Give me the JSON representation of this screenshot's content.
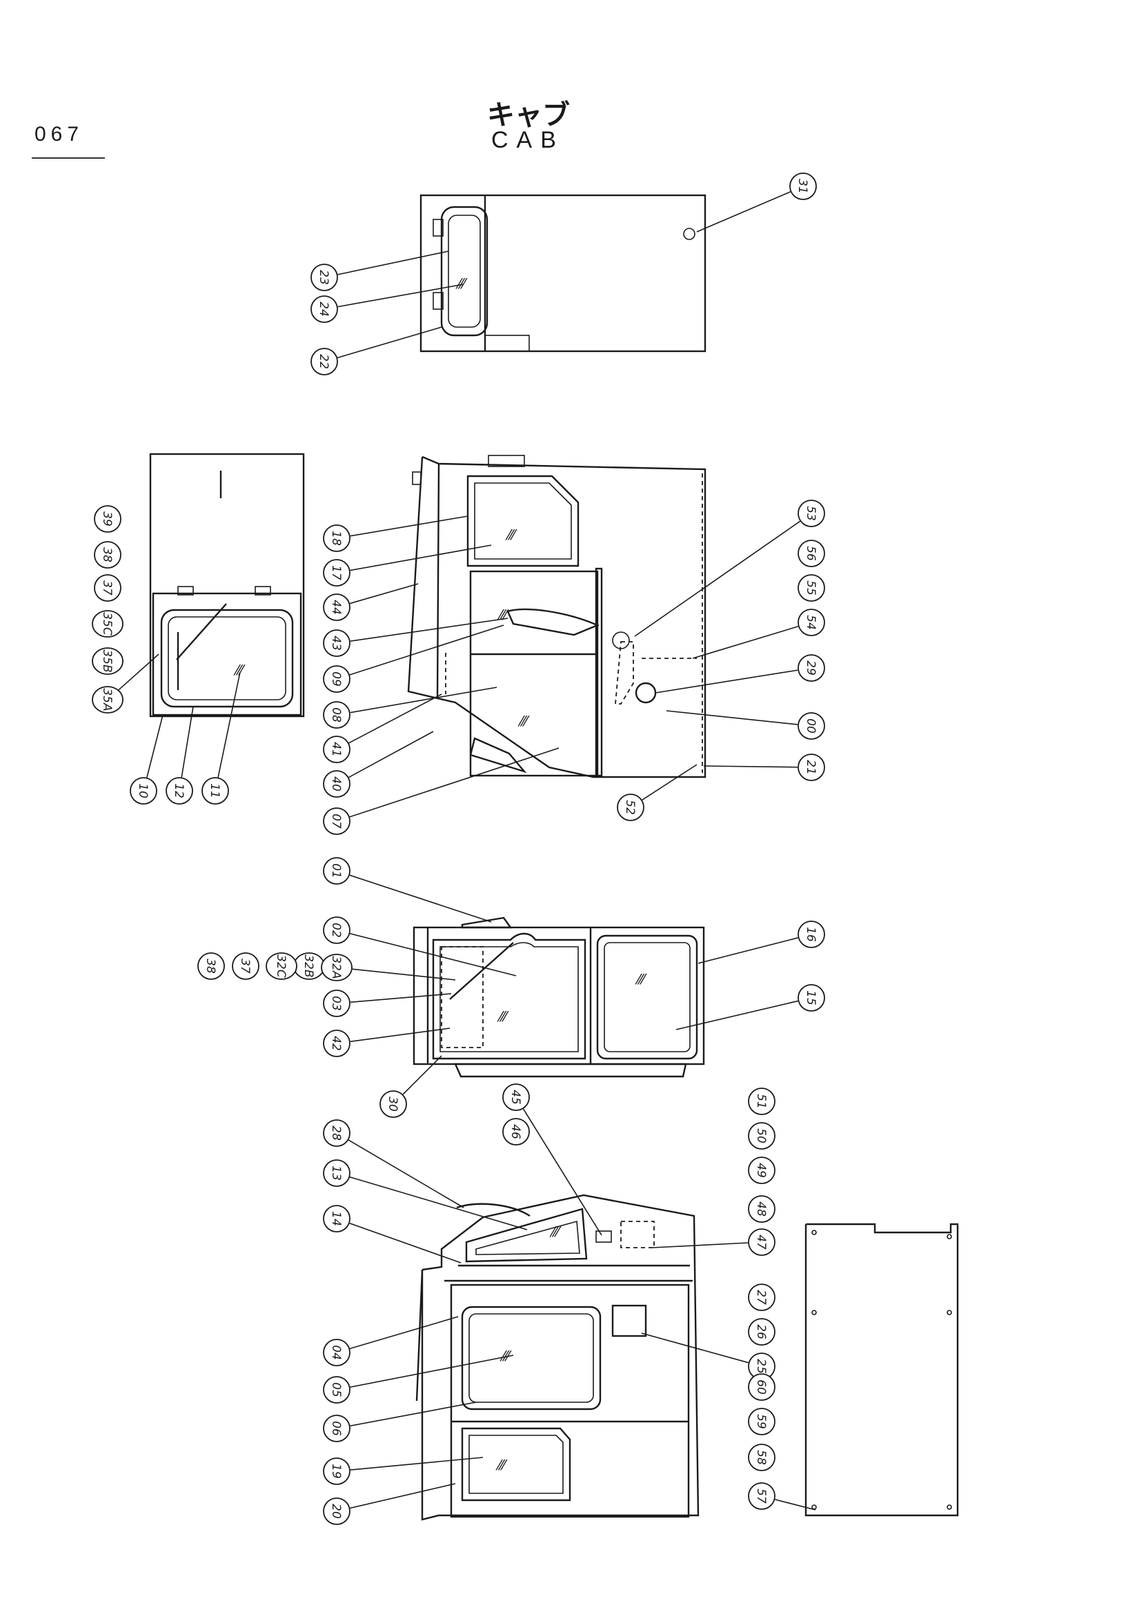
{
  "page_number": "067",
  "title_jp": "キャブ",
  "title_en": "CAB",
  "glass_mark": "⁄⁄⁄",
  "callouts": [
    {
      "id": "c31",
      "label": "31"
    },
    {
      "id": "c23",
      "label": "23"
    },
    {
      "id": "c24",
      "label": "24"
    },
    {
      "id": "c22",
      "label": "22"
    },
    {
      "id": "c18",
      "label": "18"
    },
    {
      "id": "c17",
      "label": "17"
    },
    {
      "id": "c44",
      "label": "44"
    },
    {
      "id": "c43",
      "label": "43"
    },
    {
      "id": "c09",
      "label": "09"
    },
    {
      "id": "c08",
      "label": "08"
    },
    {
      "id": "c40",
      "label": "40"
    },
    {
      "id": "c41",
      "label": "41"
    },
    {
      "id": "c07",
      "label": "07"
    },
    {
      "id": "c53",
      "label": "53"
    },
    {
      "id": "c56",
      "label": "56"
    },
    {
      "id": "c55",
      "label": "55"
    },
    {
      "id": "c54",
      "label": "54"
    },
    {
      "id": "c29",
      "label": "29"
    },
    {
      "id": "c00",
      "label": "00"
    },
    {
      "id": "c21",
      "label": "21"
    },
    {
      "id": "c52",
      "label": "52"
    },
    {
      "id": "c39",
      "label": "39"
    },
    {
      "id": "c38a",
      "label": "38"
    },
    {
      "id": "c37a",
      "label": "37"
    },
    {
      "id": "c35C",
      "label": "35C"
    },
    {
      "id": "c35B",
      "label": "35B"
    },
    {
      "id": "c35A",
      "label": "35A"
    },
    {
      "id": "c10",
      "label": "10"
    },
    {
      "id": "c12",
      "label": "12"
    },
    {
      "id": "c11",
      "label": "11"
    },
    {
      "id": "c01",
      "label": "01"
    },
    {
      "id": "c02",
      "label": "02"
    },
    {
      "id": "c32B",
      "label": "32B"
    },
    {
      "id": "c32A",
      "label": "32A"
    },
    {
      "id": "c32C",
      "label": "32C"
    },
    {
      "id": "c37b",
      "label": "37"
    },
    {
      "id": "c38b",
      "label": "38"
    },
    {
      "id": "c03",
      "label": "03"
    },
    {
      "id": "c42",
      "label": "42"
    },
    {
      "id": "c30",
      "label": "30"
    },
    {
      "id": "c16",
      "label": "16"
    },
    {
      "id": "c15",
      "label": "15"
    },
    {
      "id": "c28",
      "label": "28"
    },
    {
      "id": "c13",
      "label": "13"
    },
    {
      "id": "c14",
      "label": "14"
    },
    {
      "id": "c45",
      "label": "45"
    },
    {
      "id": "c46",
      "label": "46"
    },
    {
      "id": "c51",
      "label": "51"
    },
    {
      "id": "c50",
      "label": "50"
    },
    {
      "id": "c49",
      "label": "49"
    },
    {
      "id": "c48",
      "label": "48"
    },
    {
      "id": "c47",
      "label": "47"
    },
    {
      "id": "c27",
      "label": "27"
    },
    {
      "id": "c26",
      "label": "26"
    },
    {
      "id": "c25",
      "label": "25"
    },
    {
      "id": "c04",
      "label": "04"
    },
    {
      "id": "c05",
      "label": "05"
    },
    {
      "id": "c06",
      "label": "06"
    },
    {
      "id": "c19",
      "label": "19"
    },
    {
      "id": "c20",
      "label": "20"
    },
    {
      "id": "c60",
      "label": "60"
    },
    {
      "id": "c59",
      "label": "59"
    },
    {
      "id": "c58",
      "label": "58"
    },
    {
      "id": "c57",
      "label": "57"
    }
  ]
}
